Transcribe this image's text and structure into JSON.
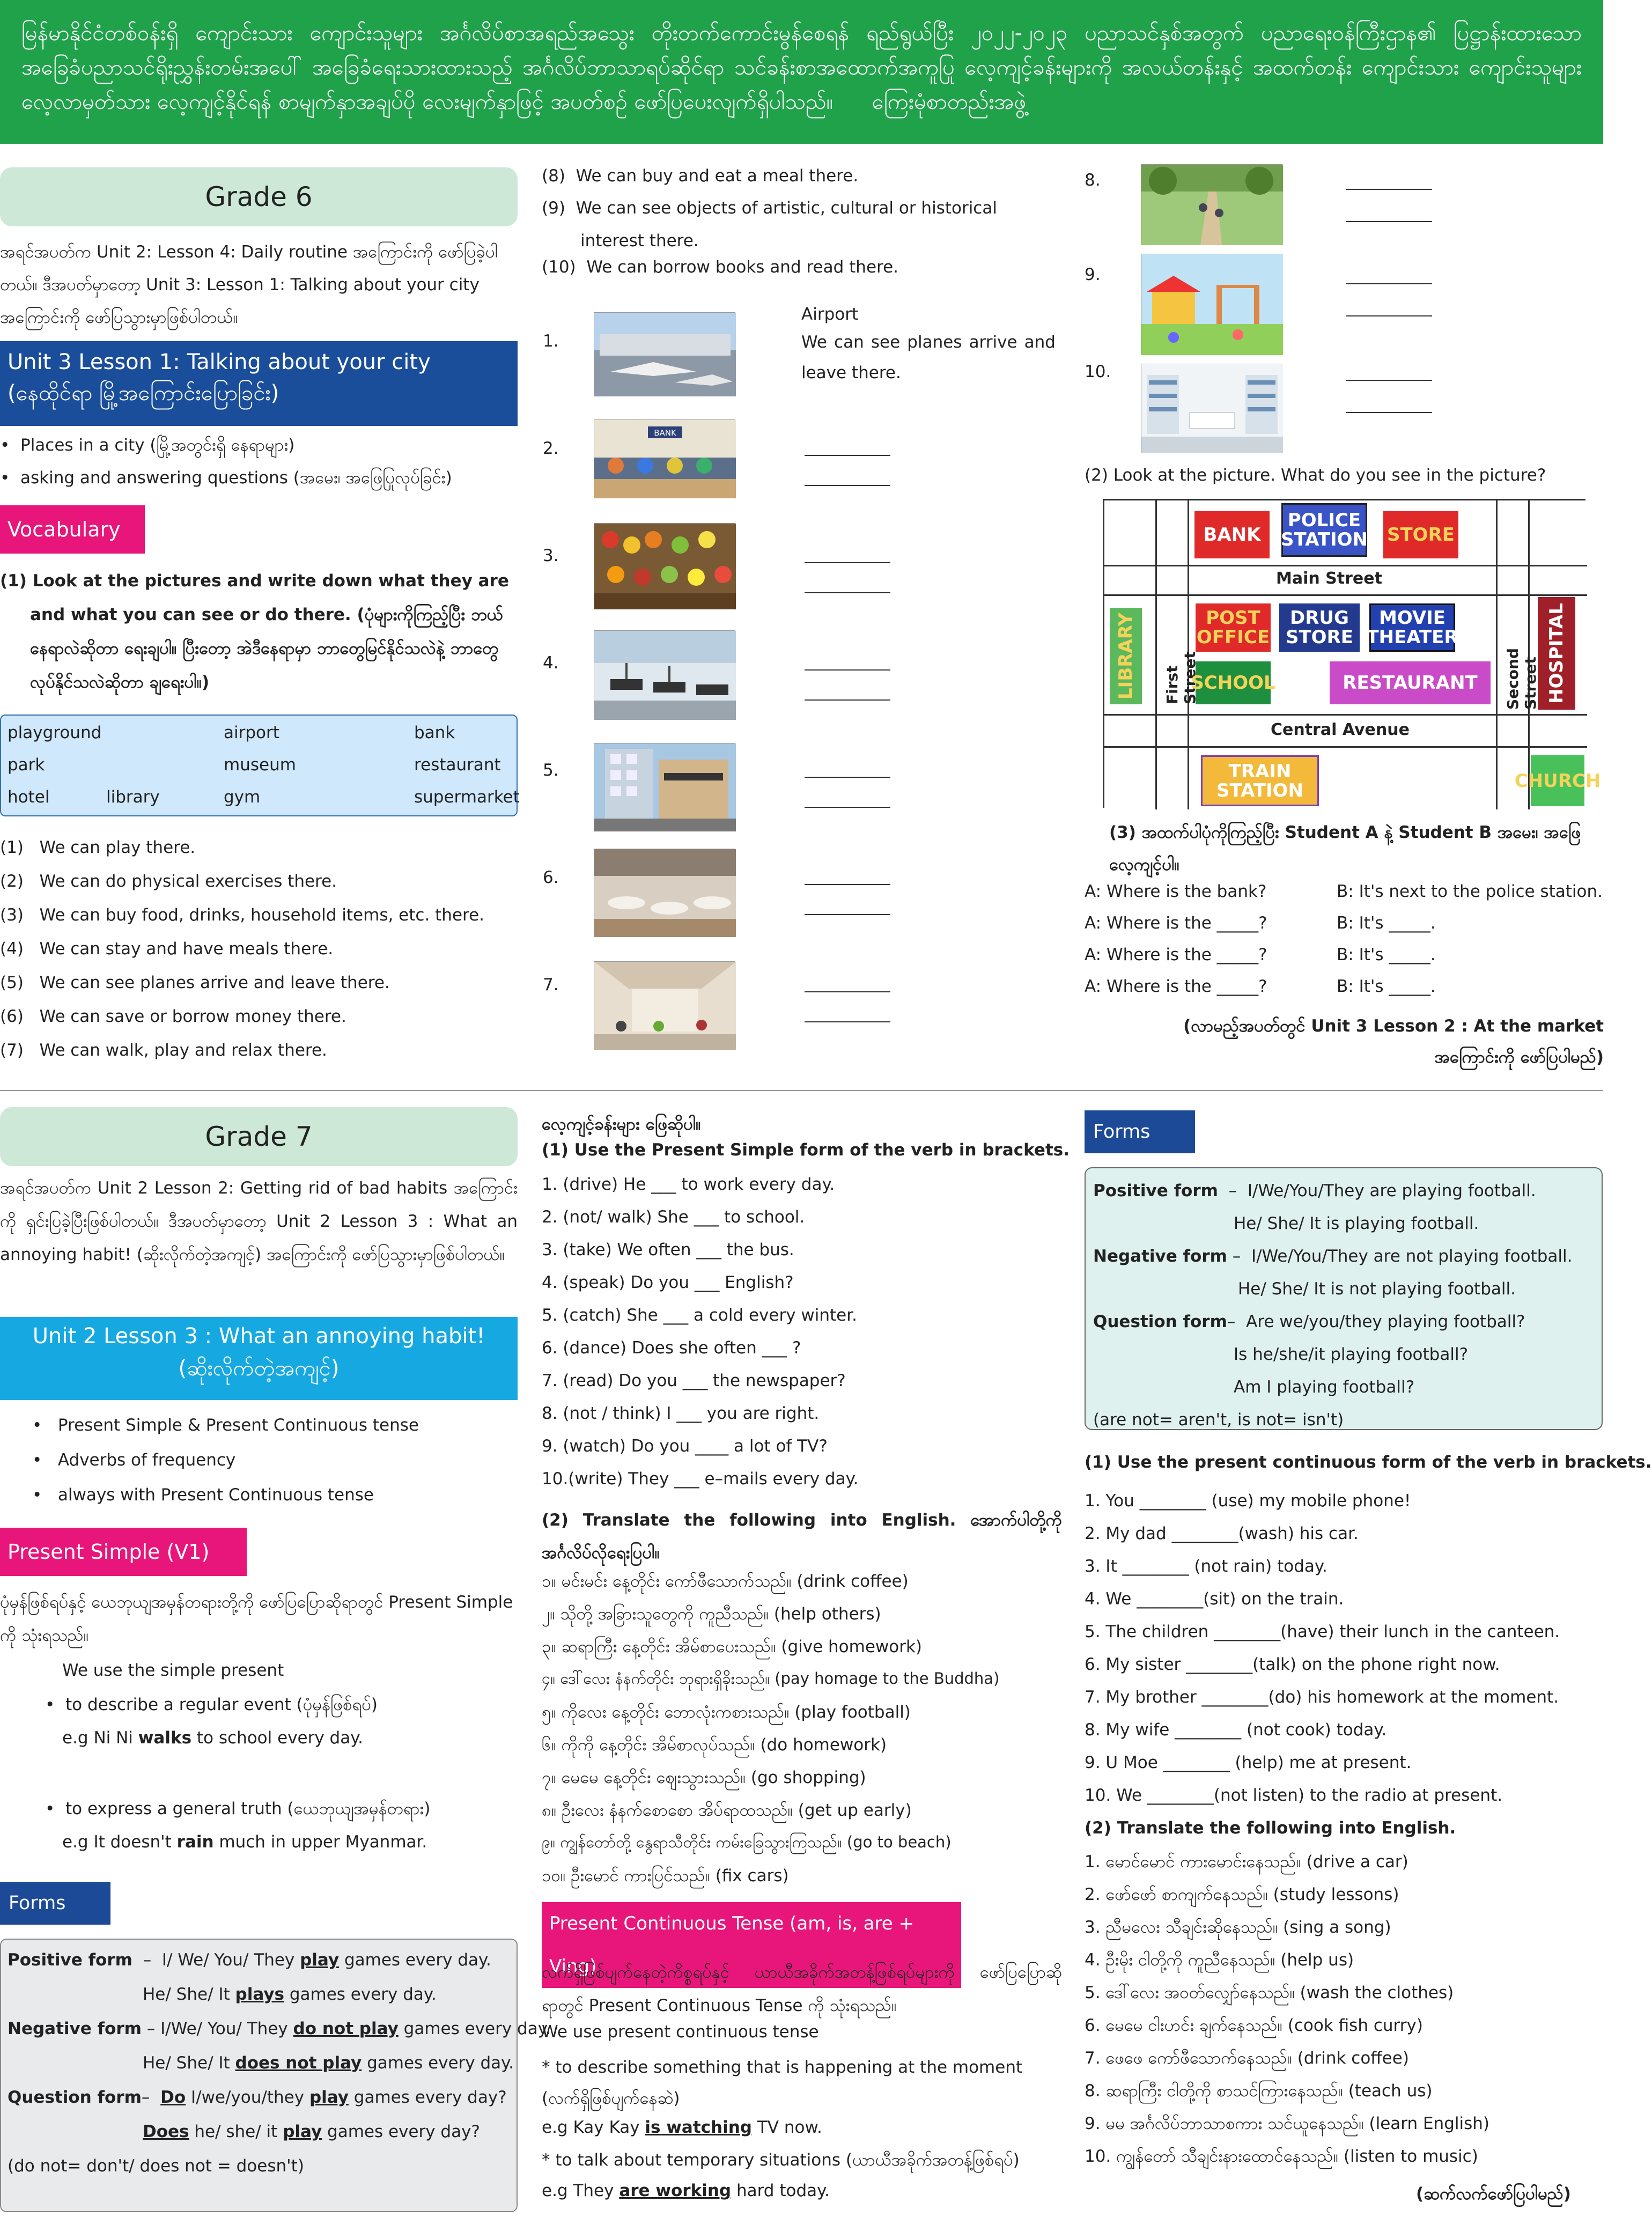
{
  "banner": {
    "text": "မြန်မာနိုင်ငံတစ်ဝန်းရှိ ကျောင်းသား ကျောင်းသူများ အင်္ဂလိပ်စာအရည်အသွေး တိုးတက်ကောင်းမွန်စေရန် ရည်ရွယ်ပြီး ၂၀၂၂-၂၀၂၃ ပညာသင်နှစ်အတွက် ပညာရေးဝန်ကြီးဌာန၏ ပြဋ္ဌာန်းထားသော အခြေခံပညာသင်ရိုးညွှန်းတမ်းအပေါ် အခြေခံရေးသားထားသည့် အင်္ဂလိပ်ဘာသာရပ်ဆိုင်ရာ သင်ခန်းစာအထောက်အကူပြု လေ့ကျင့်ခန်းများကို အလယ်တန်းနှင့် အထက်တန်း ကျောင်းသား ကျောင်းသူများ လေ့လာမှတ်သား လေ့ကျင့်နိုင်ရန် စာမျက်နှာအချပ်ပို လေးမျက်နှာဖြင့် အပတ်စဉ် ဖော်ပြပေးလျက်ရှိပါသည်။",
    "signature": "ကြေးမုံစာတည်းအဖွဲ့"
  },
  "grade6": {
    "title": "Grade 6",
    "intro": "အရင်အပတ်က Unit 2: Lesson 4: Daily routine အကြောင်းကို ဖော်ပြခဲ့ပါတယ်။ ဒီအပတ်မှာတော့ Unit 3: Lesson 1: Talking about your city အကြောင်းကို ဖော်ပြသွားမှာဖြစ်ပါတယ်။",
    "lesson_title": "Unit 3 Lesson 1: Talking about your city",
    "lesson_subtitle": "(နေထိုင်ရာ မြို့အကြောင်းပြောခြင်း)",
    "bullets": [
      "Places in a city (မြို့အတွင်းရှိ နေရာများ)",
      "asking and answering questions (အမေး၊ အဖြေပြုလုပ်ခြင်း)"
    ],
    "vocab_tag": "Vocabulary",
    "task1": "(1)  Look at the pictures and write down what they are and what you can see or do there. (ပုံများကိုကြည့်ပြီး ဘယ်နေရာလဲဆိုတာ ရေးချပါ။ ပြီးတော့ အဲဒီနေရာမှာ ဘာတွေမြင်နိုင်သလဲနဲ့ ဘာတွေလုပ်နိုင်သလဲဆိုတာ ချရေးပါ။)",
    "vocab_words": [
      "playground",
      "airport",
      "bank",
      "park",
      "museum",
      "restaurant",
      "hotel",
      "library",
      "gym",
      "supermarket"
    ],
    "sentences": [
      {
        "n": "(1)",
        "t": "We can play there."
      },
      {
        "n": "(2)",
        "t": "We can do physical exercises there."
      },
      {
        "n": "(3)",
        "t": "We can buy food, drinks, household items, etc. there."
      },
      {
        "n": "(4)",
        "t": "We can stay and have meals there."
      },
      {
        "n": "(5)",
        "t": "We can see planes arrive and leave there."
      },
      {
        "n": "(6)",
        "t": "We can save or borrow money there."
      },
      {
        "n": "(7)",
        "t": "We can walk, play and relax there."
      },
      {
        "n": "(8)",
        "t": "We can buy and eat a meal there."
      },
      {
        "n": "(9)",
        "t": "We can see objects of artistic, cultural or historical interest there."
      },
      {
        "n": "(10)",
        "t": "We can borrow books and read there."
      }
    ],
    "example_place": "Airport",
    "example_desc": "We can see planes arrive and leave there.",
    "pic_numbers": [
      "1.",
      "2.",
      "3.",
      "4.",
      "5.",
      "6.",
      "7.",
      "8.",
      "9.",
      "10."
    ],
    "task2": "(2) Look at the picture. What do you see in the picture?",
    "map": {
      "bank": "BANK",
      "police": "POLICE STATION",
      "store": "STORE",
      "main_street": "Main Street",
      "library": "LIBRARY",
      "first_street": "First Street",
      "post_office": "POST OFFICE",
      "drug_store": "DRUG STORE",
      "movie_theater": "MOVIE THEATER",
      "school": "SCHOOL",
      "restaurant": "RESTAURANT",
      "second_street": "Second Street",
      "hospital": "HOSPITAL",
      "central_avenue": "Central Avenue",
      "train_station": "TRAIN STATION",
      "church": "CHURCH"
    },
    "task3": "(3) အထက်ပါပုံကိုကြည့်ပြီး Student A နဲ့ Student B အမေး၊ အဖြေ လေ့ကျင့်ပါ။",
    "dialog": [
      {
        "a": "A:  Where is the bank?",
        "b": "B: It's next to the police station."
      },
      {
        "a": "A:  Where is the _____?",
        "b": "B: It's _____."
      },
      {
        "a": "A: Where is the _____?",
        "b": "B: It's  _____."
      },
      {
        "a": "A: Where is the _____?",
        "b": "B: It's  _____."
      }
    ],
    "next": "(လာမည့်အပတ်တွင် Unit 3 Lesson 2 : At the market အကြောင်းကို ဖော်ပြပါမည်)"
  },
  "grade7": {
    "title": "Grade 7",
    "intro": "အရင်အပတ်က Unit 2 Lesson 2: Getting rid of bad habits အကြောင်းကို ရှင်းပြခဲ့ပြီးဖြစ်ပါတယ်။ ဒီအပတ်မှာတော့ Unit 2 Lesson 3 : What an annoying habit! (ဆိုးလိုက်တဲ့အကျင့်) အကြောင်းကို ဖော်ပြသွားမှာဖြစ်ပါတယ်။",
    "lesson_title": "Unit 2 Lesson 3 : What an annoying habit!",
    "lesson_subtitle": "(ဆိုးလိုက်တဲ့အကျင့်)",
    "bullets": [
      "Present Simple & Present Continuous tense",
      "Adverbs of frequency",
      "always with Present Continuous tense"
    ],
    "ps_tag": "Present Simple (V1)",
    "ps_intro": "ပုံမှန်ဖြစ်ရပ်နှင့် ယေဘုယျအမှန်တရားတို့ကို ဖော်ပြပြောဆိုရာတွင် Present Simple ကို သုံးရသည်။",
    "ps_use": "We use the simple present",
    "ps_b1": "to describe a regular event (ပုံမှန်ဖြစ်ရပ်)",
    "ps_e1a": "e.g Ni Ni ",
    "ps_e1b": "walks",
    "ps_e1c": " to school every day.",
    "ps_b2": "to express a general truth (ယေဘုယျအမှန်တရား)",
    "ps_e2a": "e.g It doesn't ",
    "ps_e2b": "rain",
    "ps_e2c": " much in upper Myanmar.",
    "forms_tag": "Forms",
    "forms": {
      "pos_label": "Positive form",
      "pos1a": "I/ We/ You/ They ",
      "pos1b": "play",
      "pos1c": " games every day.",
      "pos2a": "He/ She/ It ",
      "pos2b": "plays",
      "pos2c": " games every day.",
      "neg_label": "Negative form",
      "neg1a": "I/We/ You/ They ",
      "neg1b": "do not play",
      "neg1c": " games every day.",
      "neg2a": "He/ She/ It ",
      "neg2b": "does not play",
      "neg2c": " games every day.",
      "q_label": "Question form",
      "q1a": "Do",
      "q1b": " I/we/you/they ",
      "q1c": "play",
      "q1d": " games every day?",
      "q2a": "Does",
      "q2b": " he/ she/ it ",
      "q2c": "play",
      "q2d": " games every day?",
      "note": "(do not= don't/ does not = doesn't)"
    },
    "exercise_head": "လေ့ကျင့်ခန်းများ ဖြေဆိုပါ။",
    "ex1_title": "(1) Use the Present Simple form of the verb in brackets.",
    "ex1": [
      "1.  (drive) He ___ to work every day.",
      "2.  (not/ walk) She ___ to school.",
      "3.  (take) We often ___ the bus.",
      "4.  (speak) Do you ___ English?",
      "5.  (catch) She ___ a cold every winter.",
      "6.  (dance) Does she often ___ ?",
      "7.  (read) Do you ___ the newspaper?",
      "8.  (not / think) I ___ you are right.",
      "9.  (watch) Do you ____ a lot of TV?",
      "10.(write) They ___ e–mails every day."
    ],
    "ex2_title": "(2) Translate the following into English. အောက်ပါတို့ကို အင်္ဂလိပ်လိုရေးပြပါ။",
    "ex2": [
      "၁။  မင်းမင်း နေ့တိုင်း ကော်ဖီသောက်သည်။ (drink coffee)",
      "၂။  သိုတို့ အခြားသူတွေကို ကူညီသည်။ (help others)",
      "၃။  ဆရာကြီး နေ့တိုင်း အိမ်စာပေးသည်။ (give homework)",
      "၄။  ဒေါ်လေး နံနက်တိုင်း ဘုရားရှိခိုးသည်။ (pay homage to the Buddha)",
      "၅။  ကိုလေး နေ့တိုင်း ဘောလုံးကစားသည်။ (play football)",
      "၆။  ကိုကို နေ့တိုင်း အိမ်စာလုပ်သည်။ (do homework)",
      "၇။  မေမေ နေ့တိုင်း ဈေးသွားသည်။ (go shopping)",
      "၈။  ဦးလေး နံနက်စောစော အိပ်ရာထသည်။ (get up early)",
      "၉။  ကျွန်တော်တို့ နွေရာသီတိုင်း ကမ်းခြေသွားကြသည်။ (go to beach)",
      "၁၀။ ဦးမောင် ကားပြင်သည်။ (fix cars)"
    ],
    "pc_tag": "Present Continuous Tense (am, is, are + Ving)",
    "pc_intro": "လက်ရှိဖြစ်ပျက်နေတဲ့ကိစ္စရပ်နှင့် ယာယီအခိုက်အတန့်ဖြစ်ရပ်များကို ဖော်ပြပြောဆိုရာတွင် Present Continuous Tense ကို သုံးရသည်။",
    "pc_use": "We use present continuous tense",
    "pc_b1": "* to describe something that is happening at the moment (လက်ရှိဖြစ်ပျက်နေဆဲ)",
    "pc_e1a": "e.g Kay Kay ",
    "pc_e1b": "is watching",
    "pc_e1c": " TV now.",
    "pc_b2": "* to talk about temporary situations (ယာယီအခိုက်အတန့်ဖြစ်ရပ်)",
    "pc_e2a": "e.g They ",
    "pc_e2b": "are working",
    "pc_e2c": " hard today.",
    "forms2_tag": "Forms",
    "forms2": {
      "pos_label": "Positive form",
      "pos1": "I/We/You/They are playing football.",
      "pos2": "He/ She/ It is playing football.",
      "neg_label": "Negative form",
      "neg1": "I/We/You/They are not playing football.",
      "neg2": "He/ She/ It is not playing football.",
      "q_label": "Question form",
      "q1": "Are we/you/they playing football?",
      "q2": "Is he/she/it playing football?",
      "q3": "Am I playing football?",
      "note": "(are not= aren't, is not= isn't)"
    },
    "ex3_title": "(1) Use the present continuous form of the verb in brackets.",
    "ex3": [
      "1.   You ________ (use) my mobile phone!",
      "2.   My dad ________(wash) his car.",
      "3.   It ________ (not rain) today.",
      "4.   We ________(sit) on the train.",
      "5.   The children ________(have) their lunch in the canteen.",
      "6.   My sister ________(talk) on the phone right now.",
      "7.   My brother ________(do) his homework at the moment.",
      "8.   My wife ________ (not cook) today.",
      "9.   U Moe ________ (help) me at present.",
      "10.  We ________(not listen) to the radio at present."
    ],
    "ex4_title": "(2) Translate the following into English.",
    "ex4": [
      "1.    မောင်မောင် ကားမောင်းနေသည်။ (drive a car)",
      "2.    ဖော်ဖော် စာကျက်နေသည်။ (study lessons)",
      "3.    ညီမလေး သီချင်းဆိုနေသည်။ (sing a song)",
      "4.    ဦးမိုး ငါတို့ကို ကူညီနေသည်။ (help us)",
      "5.    ဒေါ်လေး အဝတ်လျှော်နေသည်။ (wash the clothes)",
      "6.    မေမေ ငါးဟင်း ချက်နေသည်။ (cook fish curry)",
      "7.    ဖေဖေ ကော်ဖီသောက်နေသည်။ (drink coffee)",
      "8.    ဆရာကြီး ငါတို့ကို စာသင်ကြားနေသည်။ (teach us)",
      "9.    မမ အင်္ဂလိပ်ဘာသာစကား သင်ယူနေသည်။ (learn English)",
      "10.  ကျွန်တော် သီချင်းနားထောင်နေသည်။ (listen to music)"
    ],
    "continue": "(ဆက်လက်ဖော်ပြပါမည်)"
  },
  "colors": {
    "green": "#1fa24a",
    "navy": "#1a4e9a",
    "pink": "#e8167b",
    "cyan": "#16a9e1"
  }
}
